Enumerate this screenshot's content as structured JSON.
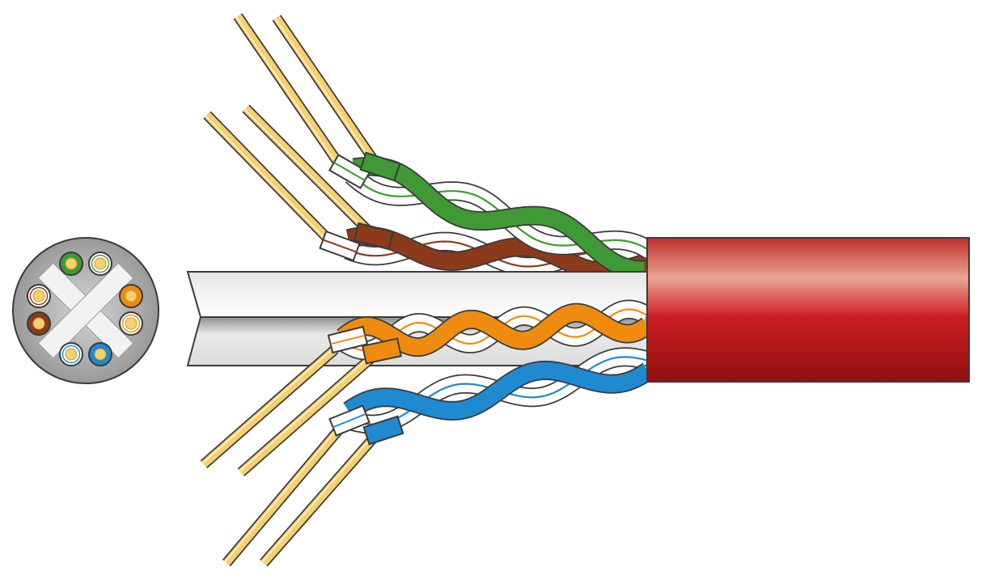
{
  "colors": {
    "background": "#ffffff",
    "outline": "#3a3a3a",
    "copper_fill": "#f6cf72",
    "copper_edge": "#c99a2e",
    "spline_fill": "#dcdcdc",
    "spline_dark": "#a9a9a9",
    "jacket_top": "#c0302a",
    "jacket_mid": "#e8a493",
    "jacket_low": "#cc1d22",
    "jacket_bottom": "#8e1010",
    "section_fill": "#b9b9b9",
    "cross_fill": "#f2f2f2"
  },
  "pairs": [
    {
      "name": "green",
      "color": "#3f9a35"
    },
    {
      "name": "brown",
      "color": "#8c3a1c"
    },
    {
      "name": "orange",
      "color": "#ef8c0f"
    },
    {
      "name": "blue",
      "color": "#1f8ad0"
    }
  ],
  "cross_section": {
    "conductors": [
      {
        "pair": "green",
        "striped": false
      },
      {
        "pair": "green",
        "striped": true
      },
      {
        "pair": "orange",
        "striped": false
      },
      {
        "pair": "orange",
        "striped": true
      },
      {
        "pair": "blue",
        "striped": false
      },
      {
        "pair": "blue",
        "striped": true
      },
      {
        "pair": "brown",
        "striped": false
      },
      {
        "pair": "brown",
        "striped": true
      }
    ]
  }
}
